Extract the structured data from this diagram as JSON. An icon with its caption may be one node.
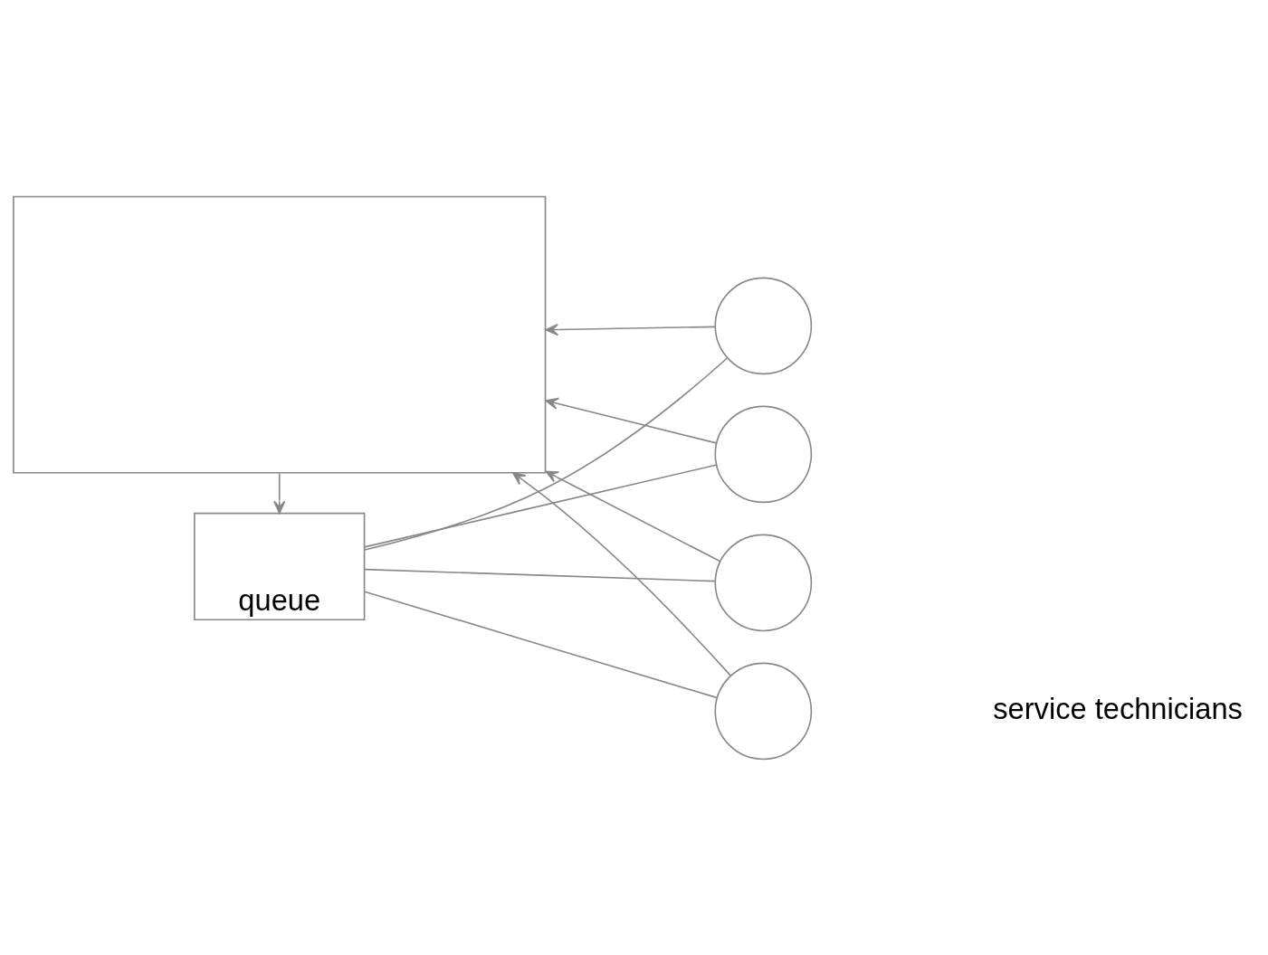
{
  "diagram": {
    "nodes": [
      {
        "text": [],
        "shape": "box"
      },
      {
        "text": [
          "queue"
        ]
      },
      {
        "text": [],
        "shape": "circle"
      },
      {
        "text": [],
        "shape": "circle"
      },
      {
        "text": [],
        "shape": "circle"
      },
      {
        "text": [],
        "shape": "circle"
      }
    ],
    "edges": [
      {
        "from": 0,
        "to": 1,
        "arrow": "to"
      },
      {
        "from": 1,
        "to": 2,
        "arrow": "none"
      },
      {
        "from": 1,
        "to": 3,
        "arrow": "none"
      },
      {
        "from": 1,
        "to": 4,
        "arrow": "none"
      },
      {
        "from": 1,
        "to": 5,
        "arrow": "none"
      },
      {
        "from": 2,
        "to": 0,
        "arrow": "to"
      },
      {
        "from": 3,
        "to": 0,
        "arrow": "to"
      },
      {
        "from": 4,
        "to": 0,
        "arrow": "to"
      },
      {
        "from": 5,
        "to": 0,
        "arrow": "to"
      }
    ],
    "labels": [
      "service technicians"
    ]
  }
}
